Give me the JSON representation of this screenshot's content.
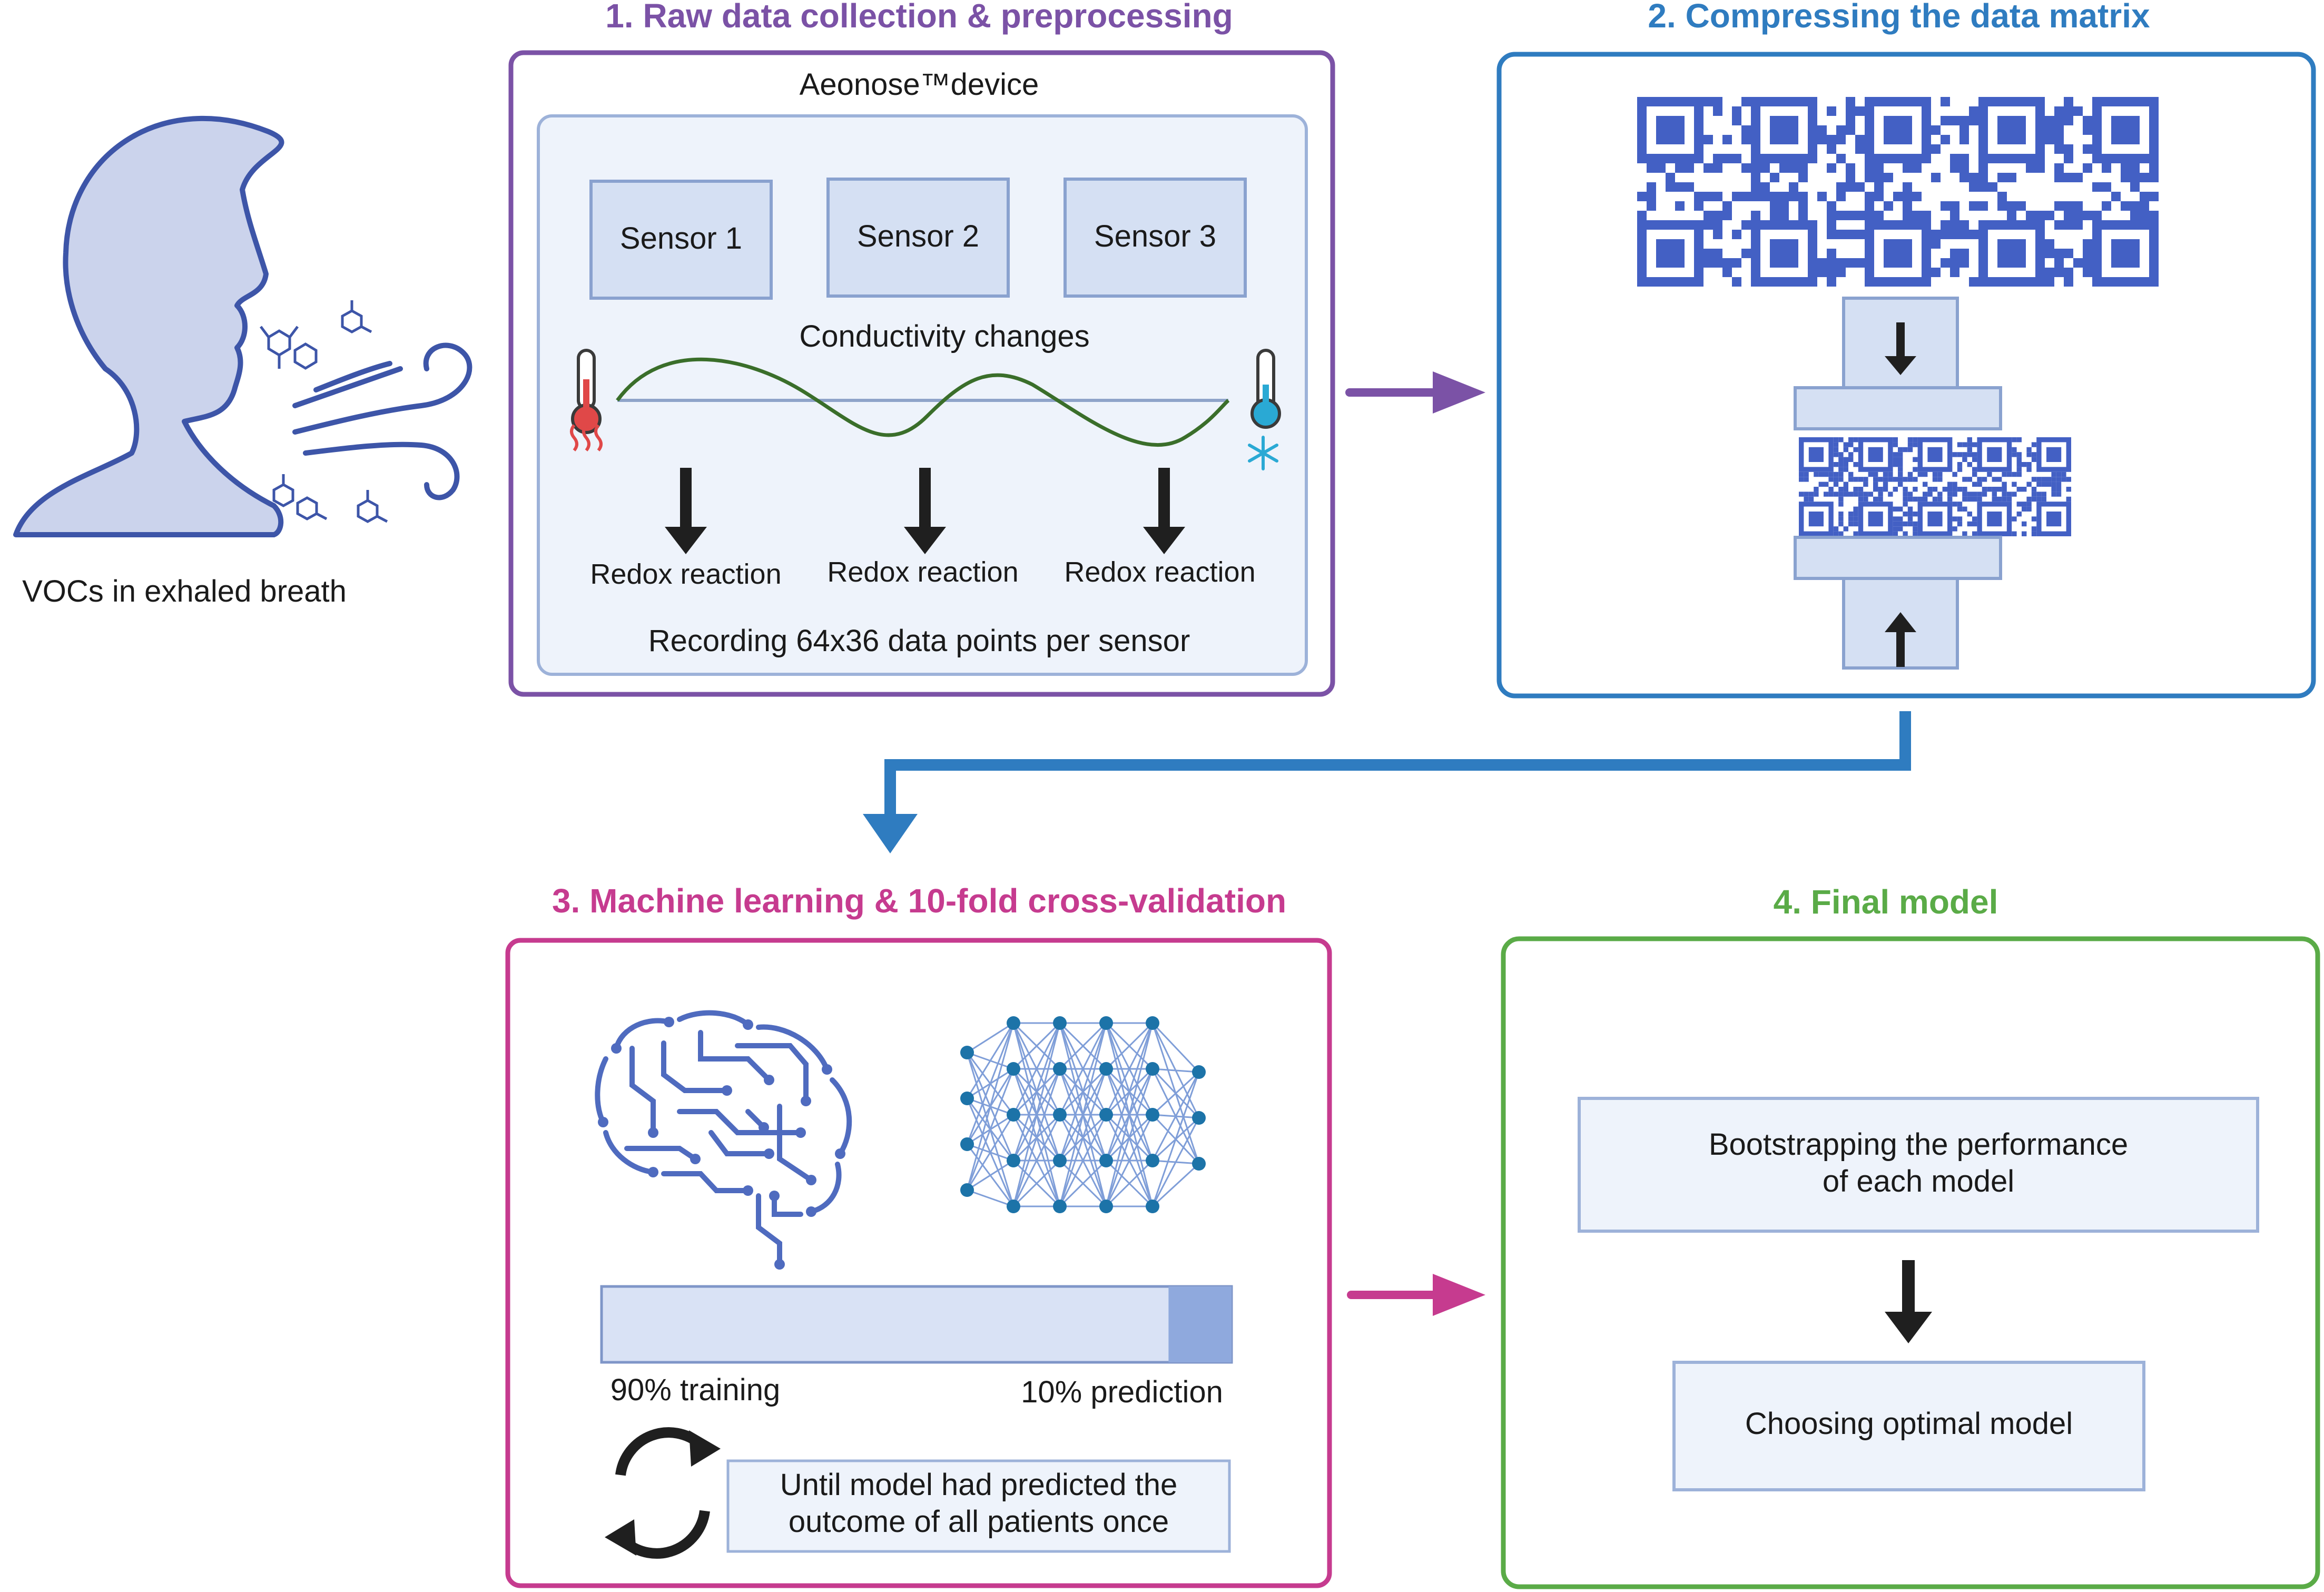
{
  "colors": {
    "purple": "#7b52a6",
    "blue": "#2f7cc0",
    "magenta": "#c63b8f",
    "green": "#5aab47",
    "panel_fill": "#eef3fb",
    "panel_stroke": "#9db2d9",
    "sensor_fill": "#d5e0f3",
    "qr": "#4360c4",
    "head_fill": "#cbd3ec",
    "head_stroke": "#3d55a8",
    "wave": "#3a6e2a",
    "bar_light": "#d9e2f5",
    "bar_dark": "#8fa9dd",
    "net_node": "#1c73a8",
    "net_line": "#7f9ed8"
  },
  "left": {
    "caption": "VOCs in exhaled breath"
  },
  "step1": {
    "title": "1.  Raw data collection & preprocessing",
    "device": "Aeonose™device",
    "sensors": [
      "Sensor 1",
      "Sensor 2",
      "Sensor 3"
    ],
    "conductivity": "Conductivity changes",
    "reactions": [
      "Redox reaction",
      "Redox reaction",
      "Redox reaction"
    ],
    "recording": "Recording 64x36 data points per sensor"
  },
  "step2": {
    "title": "2. Compressing the data matrix"
  },
  "step3": {
    "title": "3. Machine learning & 10-fold cross-validation",
    "training_fraction": 0.9,
    "training_label": "90% training",
    "prediction_label": "10% prediction",
    "loop_text": [
      "Until model had predicted the",
      "outcome of all patients once"
    ]
  },
  "step4": {
    "title": "4. Final model",
    "box1": [
      "Bootstrapping the performance",
      "of each model"
    ],
    "box2": "Choosing optimal model"
  }
}
